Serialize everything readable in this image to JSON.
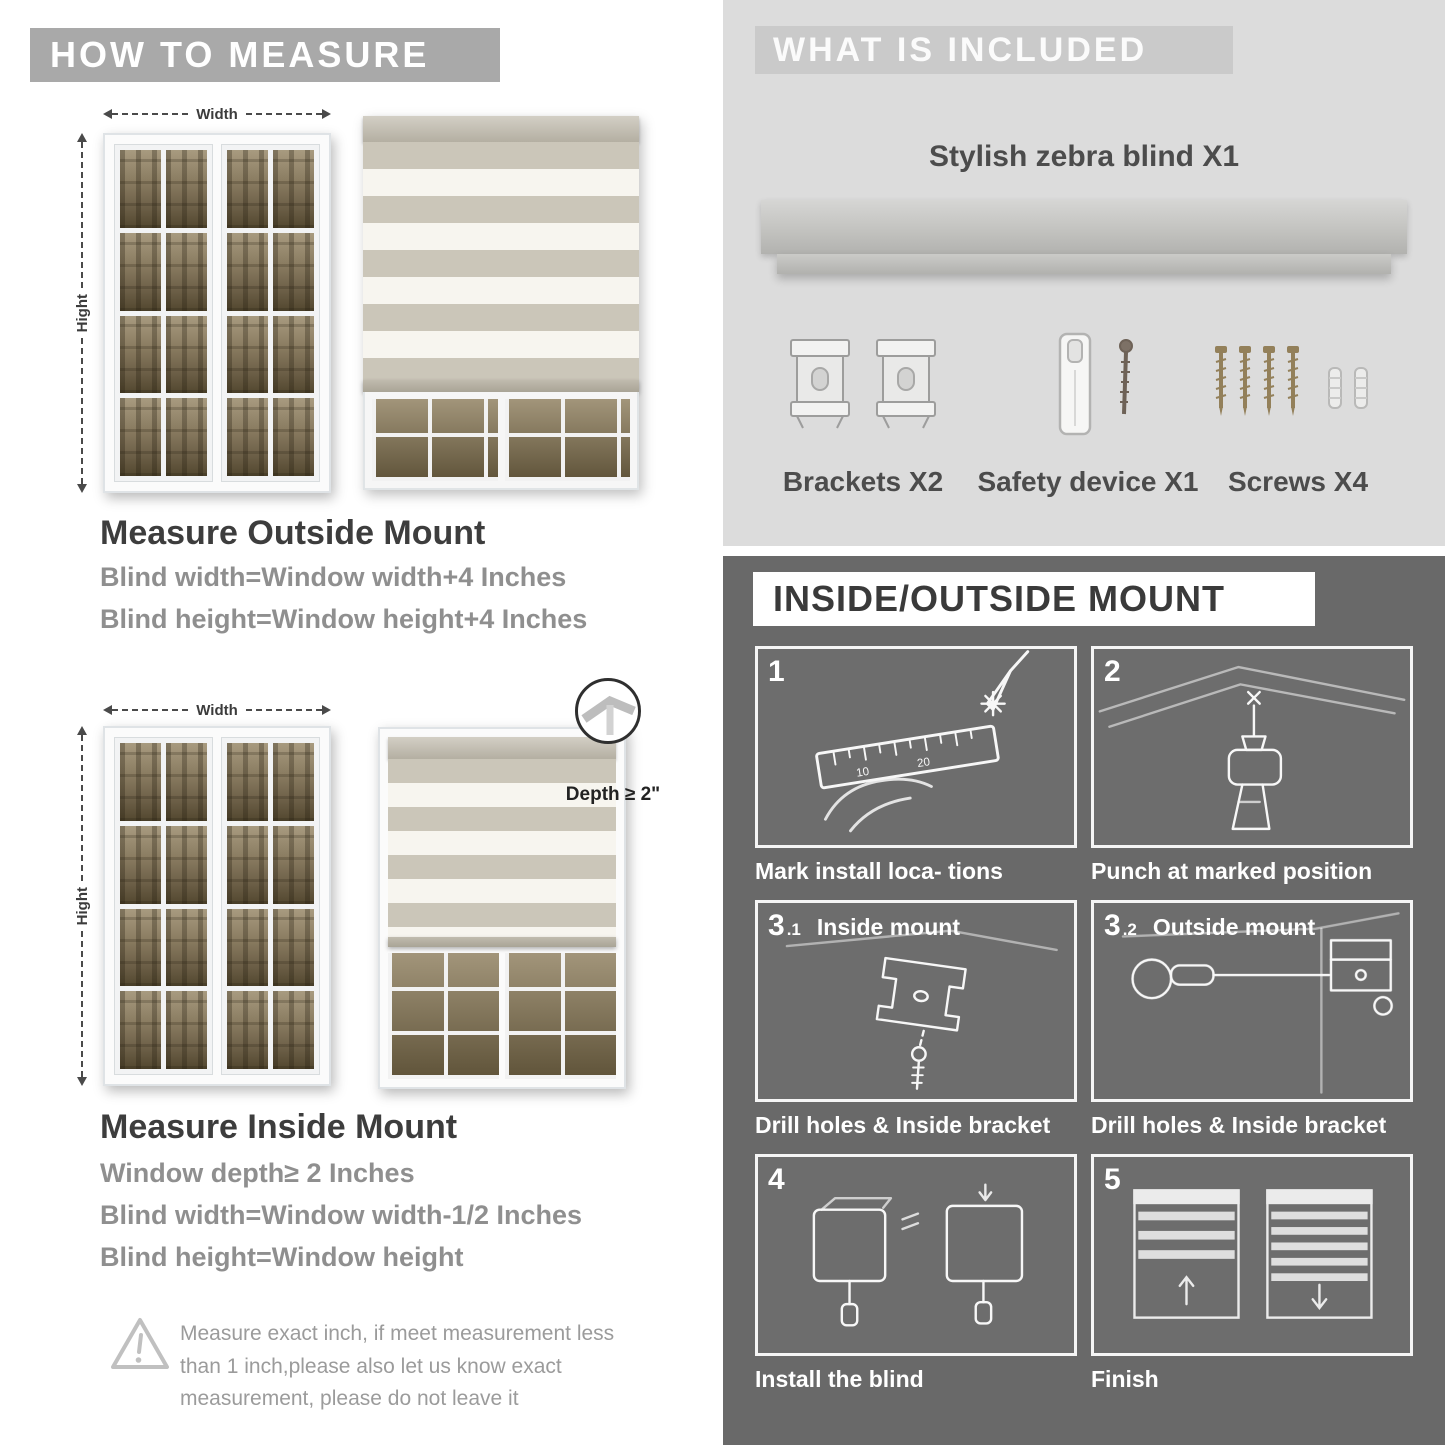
{
  "colors": {
    "left_header_bg": "#a9a9a9",
    "included_bg": "#dcdcdc",
    "mount_bg": "#696969",
    "heading_text": "#3d3d3d",
    "formula_text": "#8f8f8f"
  },
  "left": {
    "header": "HOW TO MEASURE",
    "outside": {
      "width_label": "Width",
      "height_label": "Hight",
      "title": "Measure Outside Mount",
      "line1": "Blind width=Window width+4 Inches",
      "line2": "Blind height=Window height+4 Inches"
    },
    "inside": {
      "width_label": "Width",
      "height_label": "Hight",
      "depth_callout": "Depth ≥ 2\"",
      "title": "Measure Inside Mount",
      "line1": "Window depth≥ 2 Inches",
      "line2": "Blind width=Window width-1/2 Inches",
      "line3": "Blind height=Window height"
    },
    "warning_text": "Measure exact inch, if meet measurement less than 1 inch,please also let us know exact measurement, please do not leave it"
  },
  "right": {
    "included": {
      "header": "WHAT IS INCLUDED",
      "product": "Stylish zebra blind X1",
      "items": [
        {
          "label": "Brackets X2",
          "icon": "brackets-icon"
        },
        {
          "label": "Safety device X1",
          "icon": "safety-device-icon"
        },
        {
          "label": "Screws X4",
          "icon": "screws-icon"
        }
      ]
    },
    "mount": {
      "header": "INSIDE/OUTSIDE MOUNT",
      "steps": [
        {
          "num": "1",
          "sub": "",
          "title": "",
          "caption": "Mark install loca- tions"
        },
        {
          "num": "2",
          "sub": "",
          "title": "",
          "caption": "Punch at  marked position"
        },
        {
          "num": "3",
          "sub": ".1",
          "title": "Inside mount",
          "caption": "Drill holes &  Inside bracket"
        },
        {
          "num": "3",
          "sub": ".2",
          "title": "Outside mount",
          "caption": "Drill holes &  Inside bracket"
        },
        {
          "num": "4",
          "sub": "",
          "title": "",
          "caption": "Install the blind"
        },
        {
          "num": "5",
          "sub": "",
          "title": "",
          "caption": "Finish"
        }
      ]
    }
  }
}
